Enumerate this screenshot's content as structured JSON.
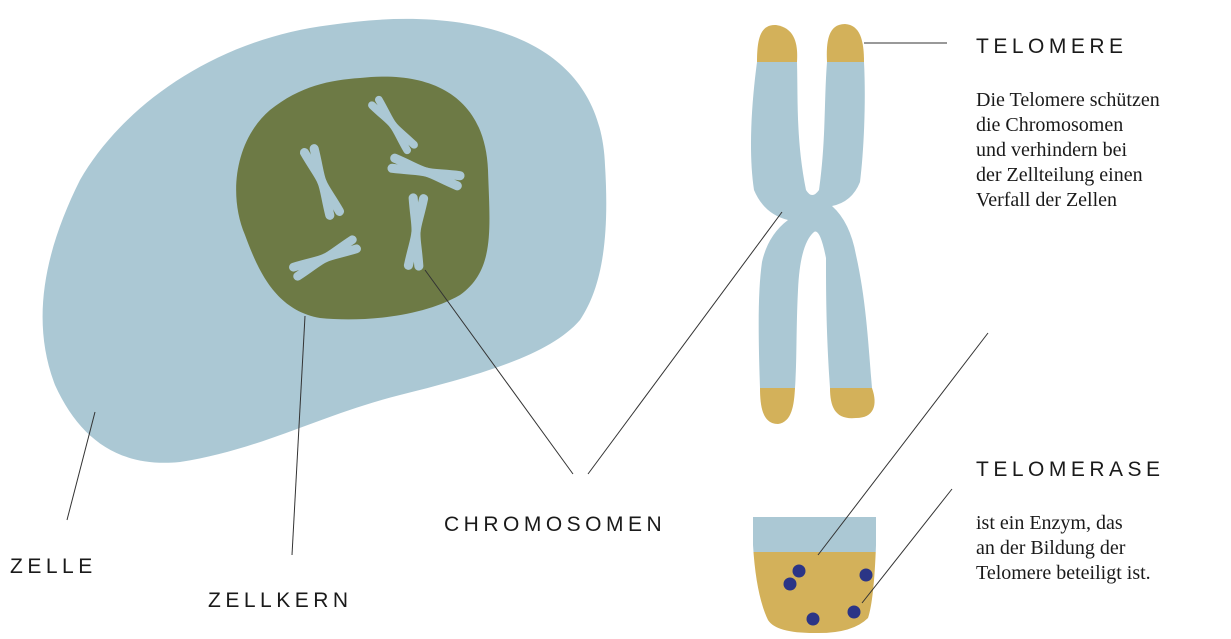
{
  "colors": {
    "cell": "#abc8d4",
    "nucleus": "#6d7a45",
    "chromosome": "#abc8d4",
    "telomere": "#d3b15a",
    "enzyme": "#2b3586",
    "leader": "#333333"
  },
  "labels": {
    "zelle": "ZELLE",
    "zellkern": "ZELLKERN",
    "chromosomen": "CHROMOSOMEN",
    "telomere": "TELOMERE",
    "telomerase": "TELOMERASE"
  },
  "telomere_desc": [
    "Die Telomere schützen",
    "die Chromosomen",
    "und verhindern bei",
    "der Zellteilung einen",
    "Verfall der Zellen"
  ],
  "telomerase_desc": [
    "ist ein Enzym, das",
    "an der Bildung der",
    "Telomere beteiligt ist."
  ]
}
